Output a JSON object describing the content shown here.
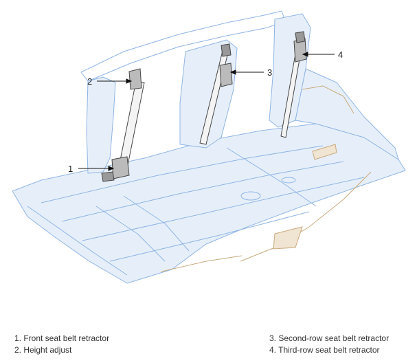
{
  "callouts": {
    "c1": "1",
    "c2": "2",
    "c3": "3",
    "c4": "4"
  },
  "legend": {
    "item1": "1. Front seat belt retractor",
    "item2": "2. Height adjust",
    "item3": "3. Second-row seat belt retractor",
    "item4": "4. Third-row seat belt retractor"
  },
  "colors": {
    "body_line": "#8fb4e3",
    "body_fill": "#e6eff9",
    "parts_line": "#c9a97c",
    "belt_line": "#444444",
    "text": "#333333"
  }
}
